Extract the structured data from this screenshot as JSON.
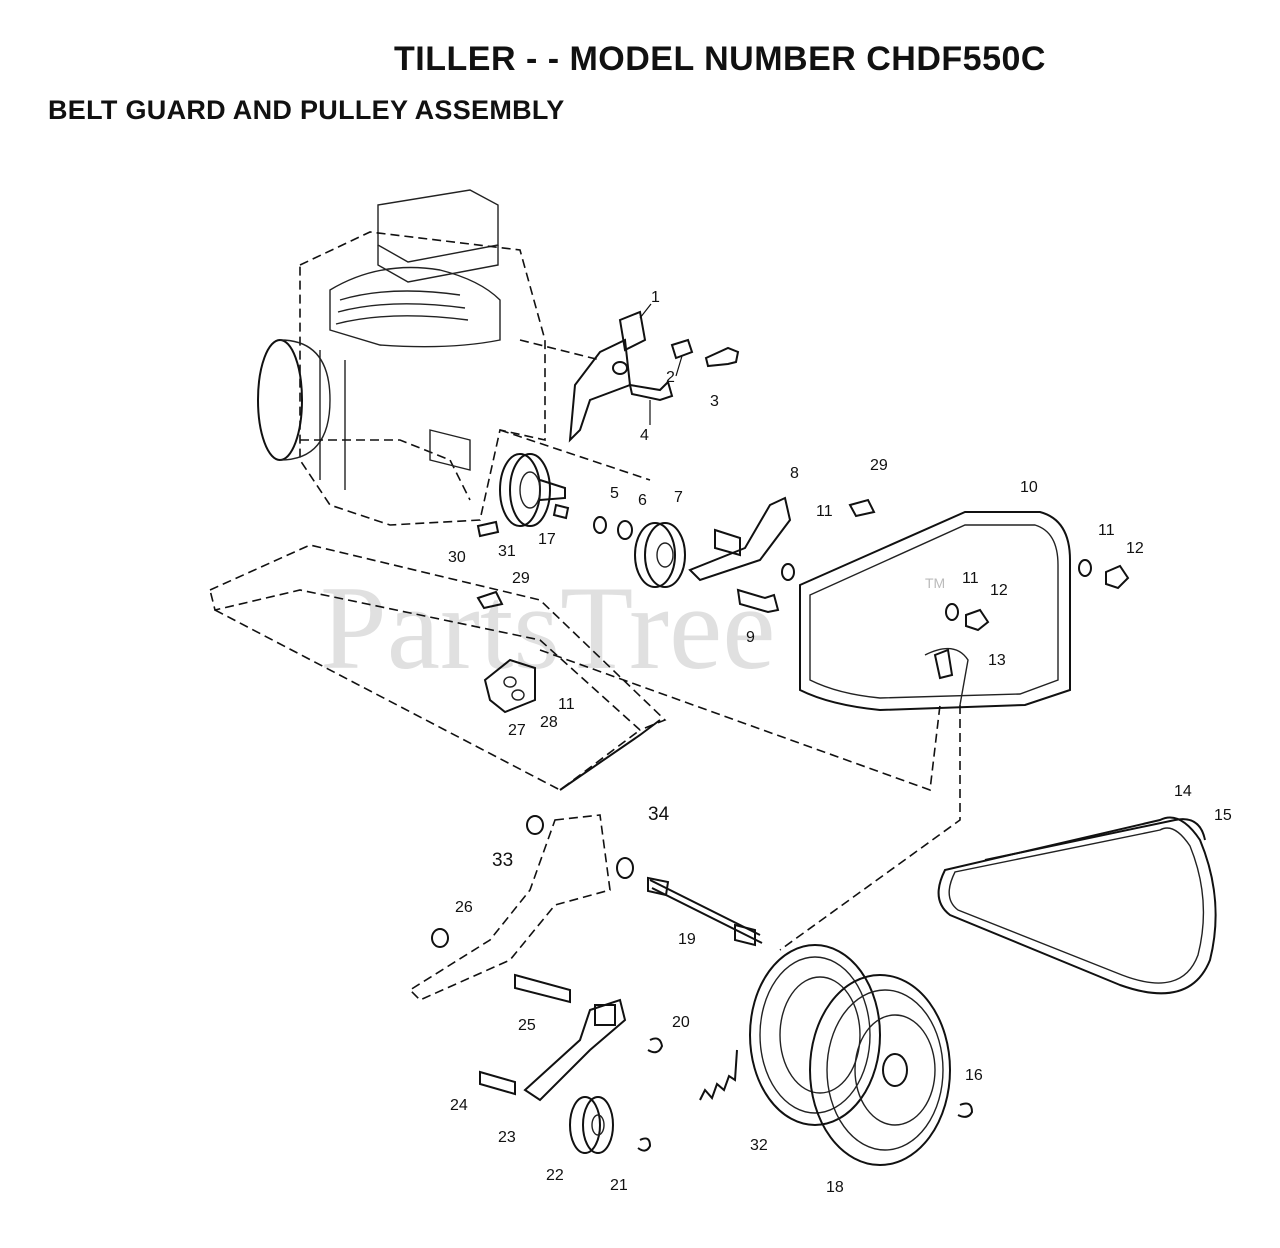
{
  "title": "TILLER - - MODEL NUMBER CHDF550C",
  "subtitle": "BELT GUARD AND PULLEY ASSEMBLY",
  "watermark": "PartsTree",
  "trademark": "TM",
  "callouts": {
    "c1": "1",
    "c2": "2",
    "c3": "3",
    "c4": "4",
    "c5": "5",
    "c6": "6",
    "c7": "7",
    "c8": "8",
    "c9": "9",
    "c10": "10",
    "c11a": "11",
    "c11b": "11",
    "c11c": "11",
    "c11d": "11",
    "c12a": "12",
    "c12b": "12",
    "c13": "13",
    "c14": "14",
    "c15": "15",
    "c16": "16",
    "c17": "17",
    "c18": "18",
    "c19": "19",
    "c20": "20",
    "c21": "21",
    "c22": "22",
    "c23": "23",
    "c24": "24",
    "c25": "25",
    "c26": "26",
    "c27": "27",
    "c28": "28",
    "c29a": "29",
    "c29b": "29",
    "c30": "30",
    "c31": "31",
    "c32": "32",
    "c33": "33",
    "c34": "34"
  }
}
